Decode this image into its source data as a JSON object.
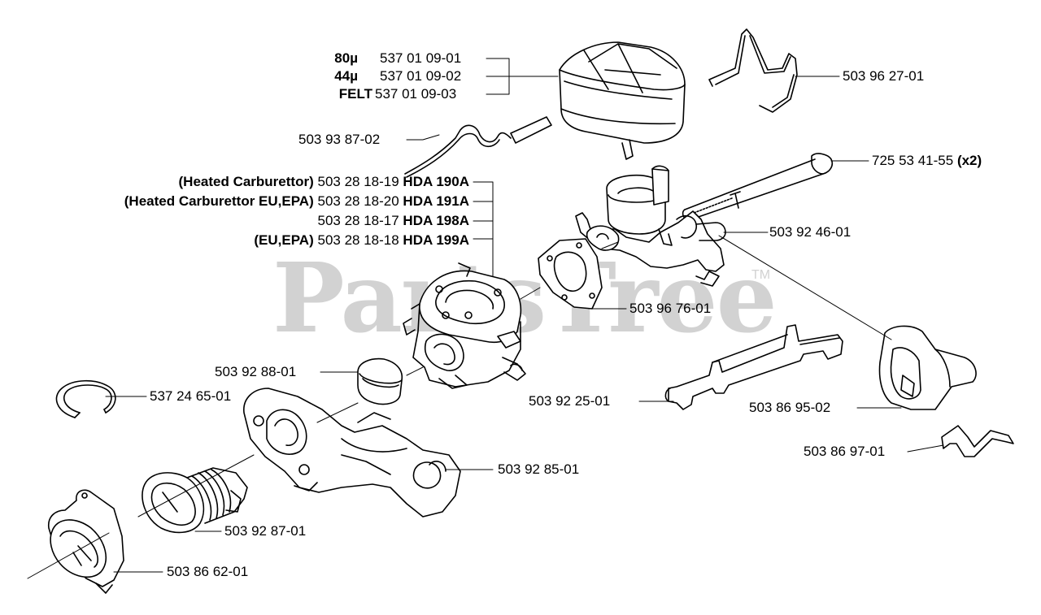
{
  "watermark": {
    "text": "PartsTree",
    "trademark": "TM"
  },
  "filter": [
    {
      "grade": "80µ",
      "part": "537 01 09-01"
    },
    {
      "grade": "44µ",
      "part": "537 01 09-02"
    },
    {
      "grade": "FELT",
      "part": "537 01 09-03"
    }
  ],
  "carburettor": [
    {
      "note": "(Heated Carburettor)",
      "part": "503 28 18-19",
      "model": "HDA 190A"
    },
    {
      "note": "(Heated Carburettor EU,EPA)",
      "part": "503 28 18-20",
      "model": "HDA 191A"
    },
    {
      "note": "",
      "part": "503 28 18-17",
      "model": "HDA 198A"
    },
    {
      "note": "(EU,EPA)",
      "part": "503 28 18-18",
      "model": "HDA 199A"
    }
  ],
  "parts": {
    "p_503962701": "503 96 27-01",
    "p_503938702": "503 93 87-02",
    "p_725534155": "725 53 41-55",
    "p_725534155_qty": "(x2)",
    "p_503924601": "503 92 46-01",
    "p_503967601": "503 96 76-01",
    "p_503928801": "503 92 88-01",
    "p_537246501": "537 24 65-01",
    "p_503922501": "503 92 25-01",
    "p_503869502": "503 86 95-02",
    "p_503869701": "503 86 97-01",
    "p_503928501": "503 92 85-01",
    "p_503928701": "503 92 87-01",
    "p_503866201": "503 86 62-01"
  }
}
